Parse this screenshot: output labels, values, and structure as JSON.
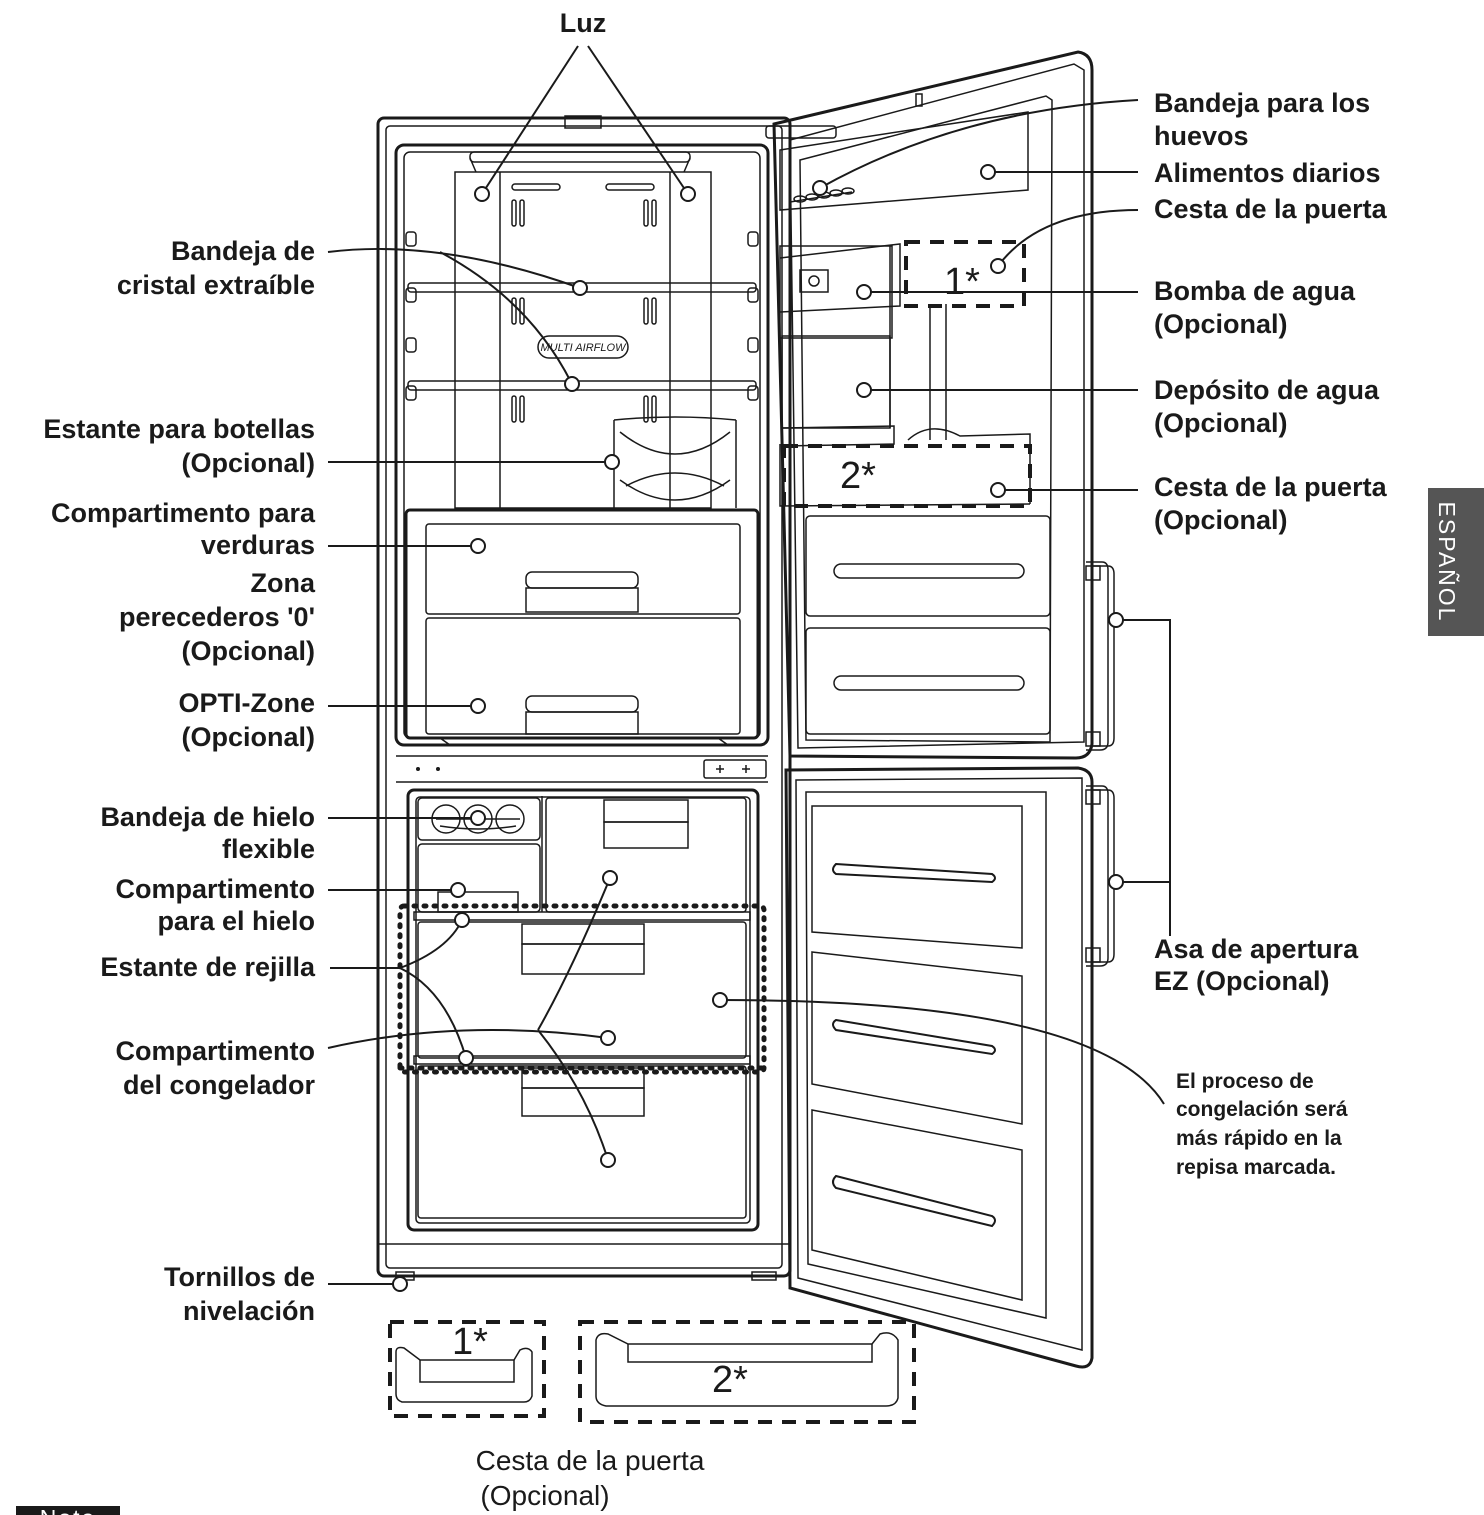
{
  "title": "Luz",
  "left_labels": {
    "bandeja_cristal": [
      "Bandeja de",
      "cristal extraíble"
    ],
    "estante_botellas": [
      "Estante para botellas",
      "(Opcional)"
    ],
    "compartimento_verduras": [
      "Compartimento para",
      "verduras"
    ],
    "zona_perecederos": [
      "Zona",
      "perecederos '0'",
      "(Opcional)"
    ],
    "opti_zone": [
      "OPTI-Zone",
      "(Opcional)"
    ],
    "bandeja_hielo": [
      "Bandeja de hielo",
      "flexible"
    ],
    "compartimento_hielo": [
      "Compartimento",
      "para el hielo"
    ],
    "estante_rejilla": [
      "Estante de rejilla"
    ],
    "compartimento_congelador": [
      "Compartimento",
      "del congelador"
    ],
    "tornillos": [
      "Tornillos de",
      "nivelación"
    ]
  },
  "right_labels": {
    "bandeja_huevos": [
      "Bandeja para los",
      "huevos"
    ],
    "alimentos_diarios": [
      "Alimentos diarios"
    ],
    "cesta_puerta_1": [
      "Cesta de la puerta"
    ],
    "bomba_agua": [
      "Bomba de agua",
      "(Opcional)"
    ],
    "deposito_agua": [
      "Depósito de agua",
      "(Opcional)"
    ],
    "cesta_puerta_2": [
      "Cesta de la puerta",
      "(Opcional)"
    ],
    "asa_apertura": [
      "Asa de apertura",
      "EZ (Opcional)"
    ]
  },
  "freeze_note": [
    "El proceso de",
    "congelación será",
    "más rápido en la",
    "repisa marcada."
  ],
  "markers": {
    "one": "1*",
    "two": "2*"
  },
  "shelf_badge": "MULTI AIRFLOW",
  "bottom_caption": [
    "Cesta de la puerta",
    "(Opcional)"
  ],
  "side_tab": "ESPAÑOL",
  "note_tab": "Nota"
}
